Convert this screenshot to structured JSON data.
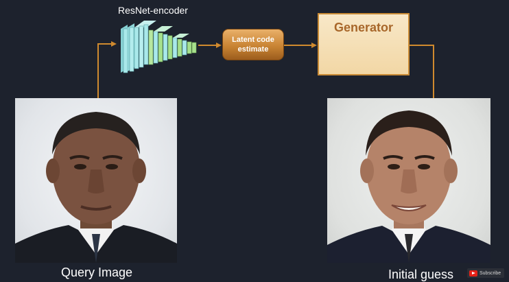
{
  "diagram": {
    "encoder_label": "ResNet-encoder",
    "latent_line1": "Latent code",
    "latent_line2": "estimate",
    "generator_title": "Generator",
    "left_caption": "Query Image",
    "right_caption": "Initial guess",
    "subscribe_label": "Subscribe"
  },
  "colors": {
    "background": "#1d222d",
    "arrow": "#d08a2e",
    "latent_fill": "#c98434",
    "generator_fill": "#f4dcae",
    "generator_title": "#a8672a",
    "encoder_face": "#a9e8ea",
    "encoder_green": "#a6e08c"
  },
  "icons": {
    "encoder": "resnet-encoder-layers-icon",
    "generator": "neural-network-icon",
    "subscribe": "youtube-play-icon"
  }
}
